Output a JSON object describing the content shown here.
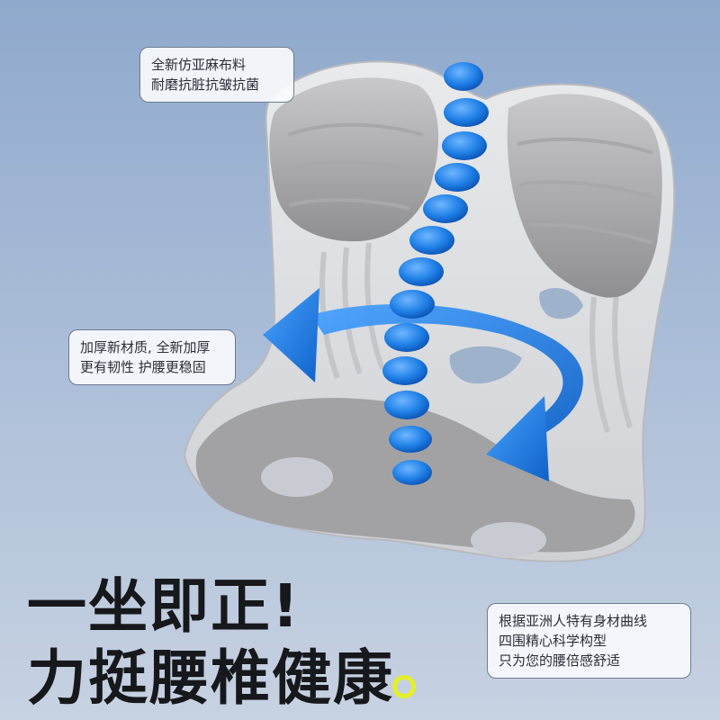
{
  "callouts": {
    "fabric": {
      "line1": "全新仿亚麻布料",
      "line2": "耐磨抗脏抗皱抗菌"
    },
    "material": {
      "line1": "加厚新材质, 全新加厚",
      "line2": "更有韧性 护腰更稳固"
    },
    "design": {
      "line1": "根据亚洲人特有身材曲线",
      "line2": "四围精心科学构型",
      "line3": "只为您的腰倍感舒适"
    }
  },
  "headline": {
    "line1": "一坐即正!",
    "line2": "力挺腰椎健康"
  },
  "colors": {
    "background_top": "#8fa9cc",
    "background_bottom": "#c7d2e2",
    "spine_blue": "#1e7fe6",
    "accent_dot": "#e4ef2a",
    "headline_text": "#17181b"
  }
}
